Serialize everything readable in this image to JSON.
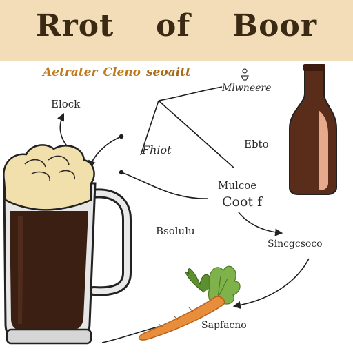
{
  "title": {
    "word1": "Rrot",
    "word2": "of",
    "word3": "Boor"
  },
  "subtitle": {
    "word1": "Aetrater",
    "word2": "Cleno",
    "word3": "seoaitt"
  },
  "labels": {
    "top_left": "Elock",
    "top_mid": "Mlwneere",
    "bottle_label": "Ebto",
    "center_left": "Fhiot",
    "center_main_1": "Mulcoe",
    "center_main_2": "Coot f",
    "lower_left": "Bsolulu",
    "right_bottom": "Sincgcsoco",
    "carrot_label": "Sapfacno"
  },
  "colors": {
    "banner": "#f3ddb8",
    "title_text": "#3a2a14",
    "subtitle_text": "#c07a1c",
    "beer": "#3b1f12",
    "foam": "#f1dfac",
    "bottle": "#5a2c1a",
    "bottle_highlight": "#e6a98c",
    "carrot": "#e88d3a",
    "carrot_leaves": "#7fb24a"
  },
  "icons": [
    "mug-of-root-beer-icon",
    "root-beer-bottle-icon",
    "carrot-icon"
  ]
}
